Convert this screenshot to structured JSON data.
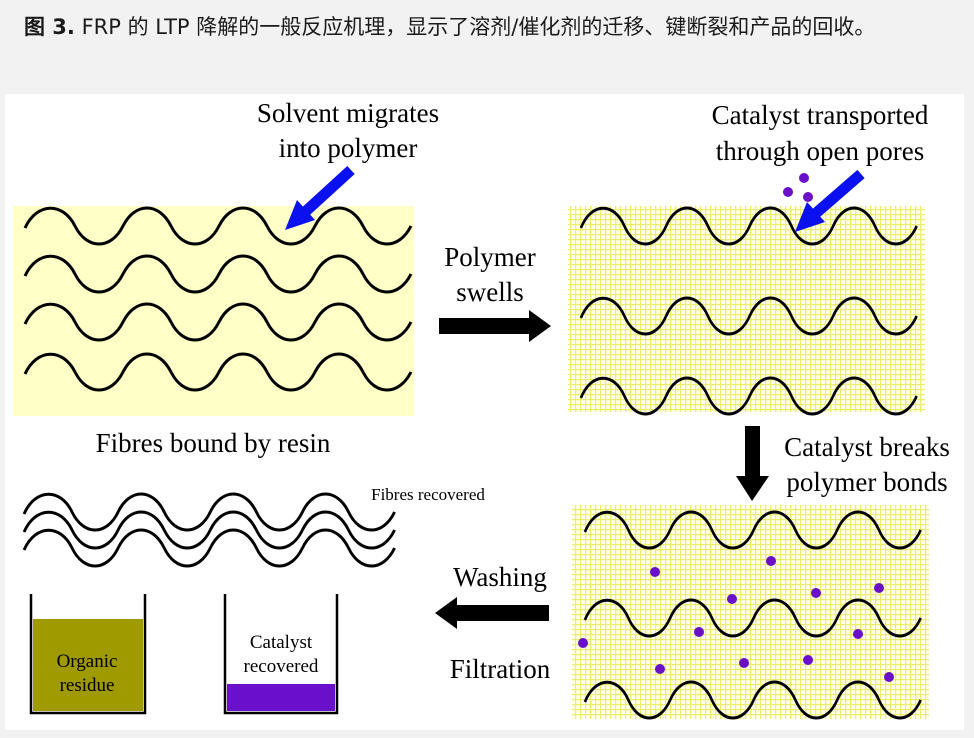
{
  "caption": {
    "label": "图 3.",
    "text": "FRP 的 LTP 降解的一般反应机理，显示了溶剂/催化剂的迁移、键断裂和产品的回收。"
  },
  "labels": {
    "solvent_l1": "Solvent migrates",
    "solvent_l2": "into polymer",
    "catalyst_l1": "Catalyst transported",
    "catalyst_l2": "through open pores",
    "swells_l1": "Polymer",
    "swells_l2": "swells",
    "fibres_bound": "Fibres bound by resin",
    "breaks_l1": "Catalyst breaks",
    "breaks_l2": "polymer bonds",
    "fibres_recovered": "Fibres recovered",
    "washing": "Washing",
    "filtration": "Filtration",
    "organic_l1": "Organic",
    "organic_l2": "residue",
    "catalyst_rec_l1": "Catalyst",
    "catalyst_rec_l2": "recovered"
  },
  "colors": {
    "resin": "#ffffc8",
    "swollen_mesh": "#f3f36a",
    "arrow_blue": "#0a10f0",
    "catalyst": "#6a10c8",
    "organic": "#9e9a00",
    "catalyst_liquid": "#6a0fcc"
  }
}
